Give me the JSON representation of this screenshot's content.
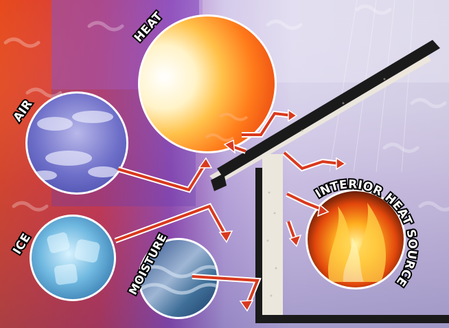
{
  "diagram": {
    "labels": {
      "heat": "HEAT",
      "air": "AIR",
      "ice": "ICE",
      "moisture": "MOISTURE",
      "interior": "INTERIOR HEAT SOURCE"
    },
    "colors": {
      "left_warm": "#e8421f",
      "left_mid": "#c23a6a",
      "purple": "#7b5fc4",
      "right_lavender": "#d9d4ea",
      "arrow_red": "#d9391e",
      "structure_dark": "#1a1a1a",
      "insulation": "#ece7dc"
    }
  }
}
